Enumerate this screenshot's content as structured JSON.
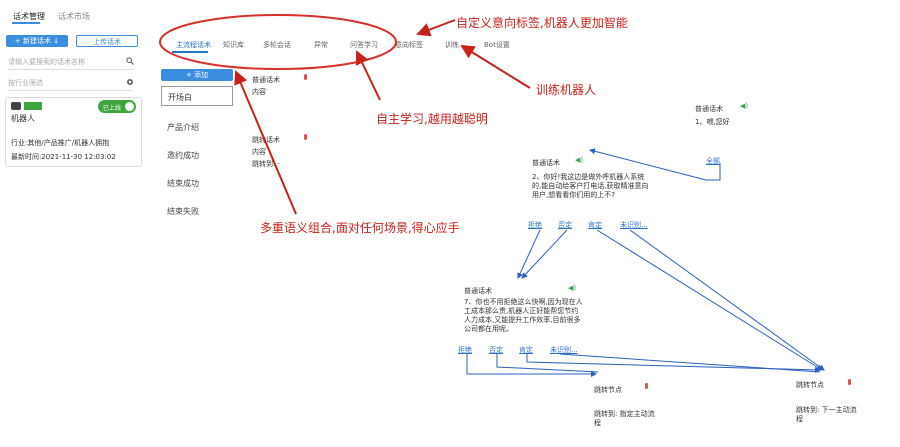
{
  "left_panel": {
    "tabs": [
      "话术管理",
      "话术市场"
    ],
    "add_button": "新建话术",
    "upload_button": "上传话术",
    "search_placeholder": "请输入要搜索的话术名称",
    "industry_select": "按行业筛选",
    "card": {
      "name": "机器人",
      "toggle_label": "已上线",
      "description": "行业:其他/产品推广/机器人拥抱",
      "updated": "最新时间:2021-11-30 12:03:02"
    }
  },
  "tabs": [
    {
      "label": "主流程话术",
      "active": true
    },
    {
      "label": "知识库",
      "active": false
    },
    {
      "label": "多轮会话",
      "active": false
    },
    {
      "label": "异常",
      "active": false
    },
    {
      "label": "问答学习",
      "active": false
    },
    {
      "label": "意向标签",
      "active": false
    },
    {
      "label": "训练",
      "active": false
    },
    {
      "label": "Bot设置",
      "active": false
    }
  ],
  "add_node_button": "添加",
  "side_list": [
    "开场白",
    "产品介绍",
    "邀约成功",
    "结束成功",
    "结束失败"
  ],
  "top_nodes": {
    "n1_title": "普通话术",
    "n1_content": "内容",
    "n2_title": "跳转话术",
    "n2_content": "内容",
    "n2_jump": "跳转到: -"
  },
  "flow": {
    "node_a": {
      "title": "普通话术",
      "text": "1、喂,您好"
    },
    "node_a_branch": "全部",
    "node_b": {
      "title": "普通话术",
      "text": "2、你好!我这边是做外呼机器人系统的,能自动给客户打电话,获取精准意向用户,想看看你们用的上不?",
      "branches": [
        "拒绝",
        "否定",
        "肯定",
        "未识别..."
      ]
    },
    "node_c": {
      "title": "普通话术",
      "text": "7、你也不用拒绝这么快啊,因为现在人工成本那么贵,机器人正好能帮您节约人力成本,又能提升工作效率,目前很多公司都在用呢。",
      "branches": [
        "拒绝",
        "否定",
        "肯定",
        "未识别..."
      ]
    },
    "jump_left": {
      "title": "跳转节点",
      "text": "跳转到: 指定主动流程"
    },
    "jump_right": {
      "title": "跳转节点",
      "text": "跳转到: 下一主动流程"
    }
  },
  "annotations": {
    "intent_tags": "自定义意向标签,机器人更加智能",
    "train": "训练机器人",
    "self_learn": "自主学习,越用越聪明",
    "multi_semantic": "多重语义组合,面对任何场景,得心应手"
  },
  "colors": {
    "accent": "#3b8de0",
    "annotation": "#c8201a",
    "toggle": "#3fa63f",
    "flow_line": "#2b5fc0"
  }
}
